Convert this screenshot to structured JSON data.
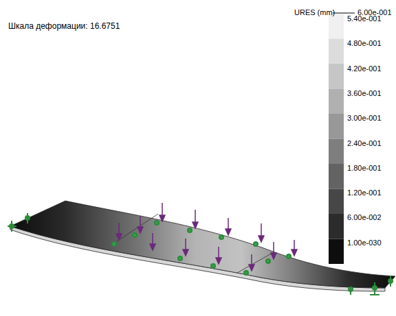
{
  "diagram": {
    "labels": [
      "Шкала деформации: 16.6751",
      "URES (mm)",
      "6.00e-001",
      "5.40e-001",
      "4.80e-001",
      "4.20e-001",
      "3.60e-001",
      "3.00e-001",
      "2.40e-001",
      "1.80e-001",
      "1.20e-001",
      "6.00e-002",
      "1.00e-030"
    ]
  }
}
